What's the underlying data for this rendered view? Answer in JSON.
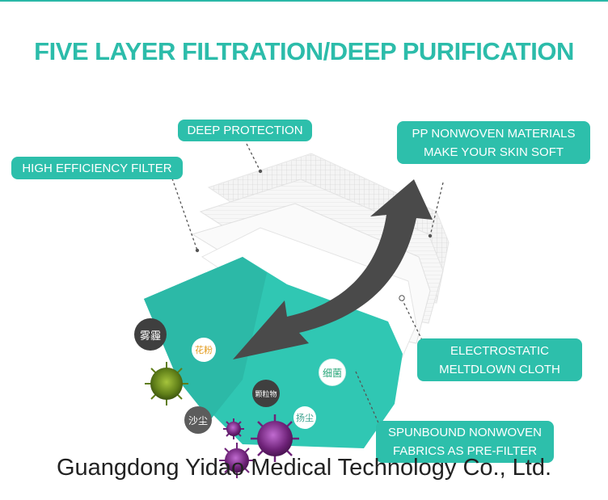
{
  "headline": "FIVE LAYER FILTRATION/DEEP PURIFICATION",
  "labels": {
    "deep_protection": "DEEP PROTECTION",
    "high_efficiency": "HIGH EFFICIENCY FILTER",
    "pp_line1": "PP NONWOVEN MATERIALS",
    "pp_line2": "MAKE YOUR SKIN SOFT",
    "electro_line1": "ELECTROSTATIC",
    "electro_line2": "MELTDLOWN CLOTH",
    "spun_line1": "SPUNBOUND NONWOVEN",
    "spun_line2": "FABRICS AS PRE-FILTER"
  },
  "particles": {
    "haze": "雾霾",
    "pollen": "花粉",
    "bacteria": "细菌",
    "particulate": "颗粒物",
    "sand_dust": "沙尘",
    "dust": "扬尘"
  },
  "watermark": "Guangdong Yidao Medical Technology Co., Ltd.",
  "colors": {
    "accent": "#2cbcaa",
    "mask_teal": "#30c7b3",
    "arrow": "#4a4a4a",
    "virus_purple": "#7a2c86",
    "virus_green": "#6d8f1e"
  }
}
